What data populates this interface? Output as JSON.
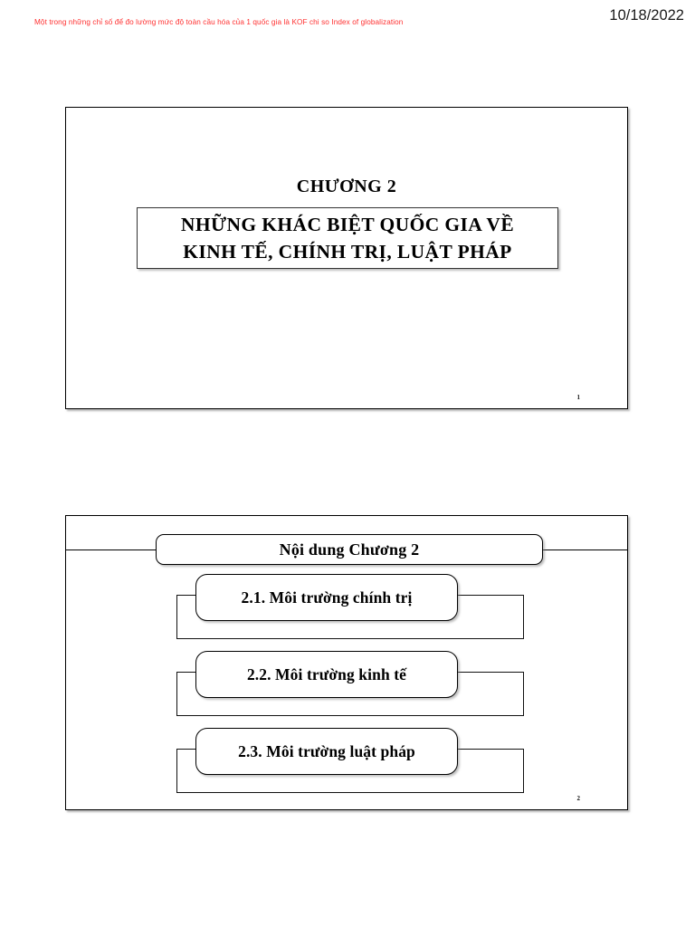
{
  "header": {
    "annotation": "Một trong những chỉ số để đo lường mức độ toàn cầu hóa của 1 quốc gia là KOF chi so Index of globalization",
    "annotation_color": "#ff3030",
    "date": "10/18/2022"
  },
  "slides": [
    {
      "number": "1",
      "chapter_label": "CHƯƠNG 2",
      "title_lines": [
        "NHỮNG KHÁC BIỆT QUỐC GIA VỀ",
        "KINH TẾ, CHÍNH TRỊ, LUẬT PHÁP"
      ]
    },
    {
      "number": "2",
      "agenda_header": "Nội dung Chương 2",
      "agenda_items": [
        {
          "label": "2.1. Môi trường chính trị"
        },
        {
          "label": "2.2. Môi trường kinh tế"
        },
        {
          "label": "2.3. Môi trường luật pháp"
        }
      ]
    }
  ]
}
